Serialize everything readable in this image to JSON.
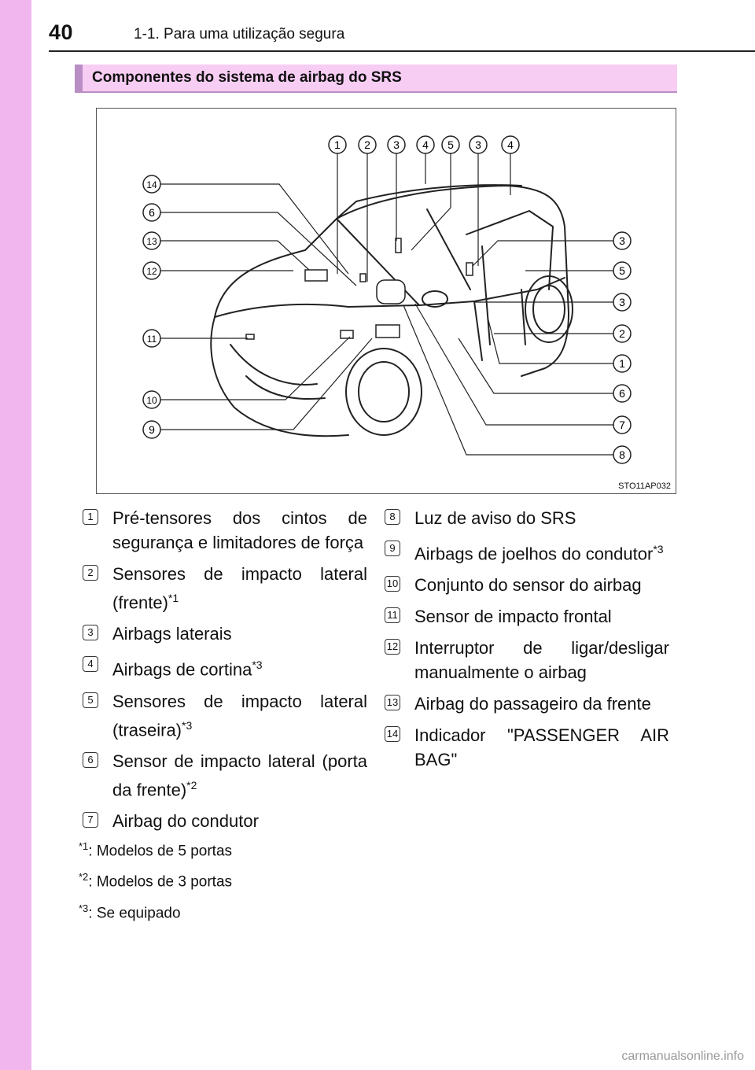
{
  "header": {
    "page_number": "40",
    "chapter": "1-1. Para uma utilização segura"
  },
  "section": {
    "title": "Componentes do sistema de airbag do SRS"
  },
  "figure": {
    "code": "STO11AP032",
    "top_callouts": [
      "1",
      "2",
      "3",
      "4",
      "5",
      "3",
      "4"
    ],
    "left_callouts": [
      "14",
      "6",
      "13",
      "12",
      "11",
      "10",
      "9"
    ],
    "right_callouts": [
      "3",
      "5",
      "3",
      "2",
      "1",
      "6",
      "7",
      "8"
    ]
  },
  "entries_left": [
    {
      "num": "1",
      "text": "Pré-tensores dos cintos de segurança e limitadores de força",
      "sup": ""
    },
    {
      "num": "2",
      "text": "Sensores de impacto lateral (frente)",
      "sup": "*1"
    },
    {
      "num": "3",
      "text": "Airbags laterais",
      "sup": ""
    },
    {
      "num": "4",
      "text": "Airbags de cortina",
      "sup": "*3"
    },
    {
      "num": "5",
      "text": "Sensores de impacto lateral (traseira)",
      "sup": "*3"
    },
    {
      "num": "6",
      "text": "Sensor de impacto lateral (porta da frente)",
      "sup": "*2"
    },
    {
      "num": "7",
      "text": "Airbag do condutor",
      "sup": ""
    }
  ],
  "entries_right": [
    {
      "num": "8",
      "text": "Luz de aviso do SRS",
      "sup": ""
    },
    {
      "num": "9",
      "text": "Airbags de joelhos do condutor",
      "sup": "*3"
    },
    {
      "num": "10",
      "text": "Conjunto do sensor do airbag",
      "sup": ""
    },
    {
      "num": "11",
      "text": "Sensor de impacto frontal",
      "sup": ""
    },
    {
      "num": "12",
      "text": "Interruptor de ligar/desligar manualmente o airbag",
      "sup": ""
    },
    {
      "num": "13",
      "text": "Airbag do passageiro da frente",
      "sup": ""
    },
    {
      "num": "14",
      "text": "Indicador \"PASSENGER AIR BAG\"",
      "sup": ""
    }
  ],
  "footnotes": [
    {
      "mark": "*1",
      "text": ": Modelos de 5 portas"
    },
    {
      "mark": "*2",
      "text": ": Modelos de 3 portas"
    },
    {
      "mark": "*3",
      "text": ": Se equipado"
    }
  ],
  "watermark": "carmanualsonline.info"
}
